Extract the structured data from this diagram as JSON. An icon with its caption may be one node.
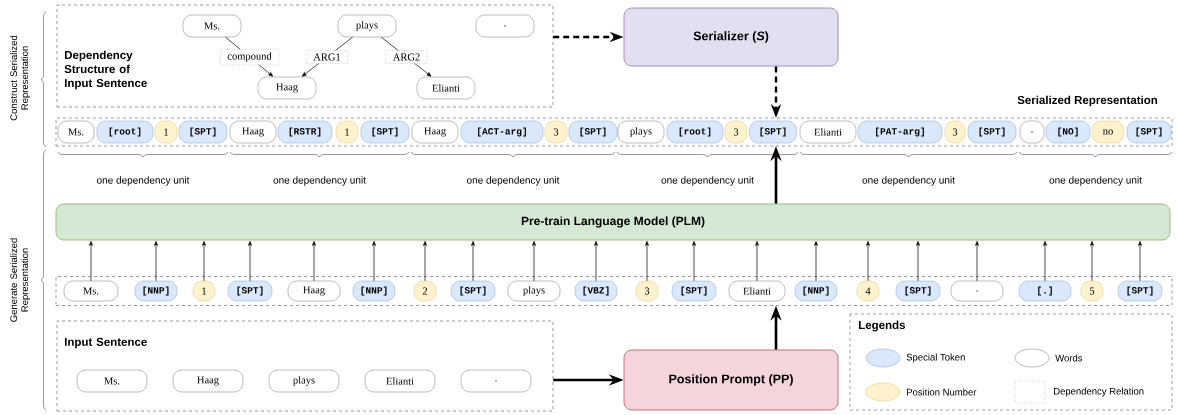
{
  "diagram": {
    "nodes": [
      {
        "text": [
          "Dependency Structure of Input Sentence"
        ]
      },
      {
        "text": [
          "Ms."
        ],
        "in": 0
      },
      {
        "text": [
          "plays"
        ],
        "in": 0
      },
      {
        "text": [
          "."
        ],
        "in": 0
      },
      {
        "text": [
          "Haag"
        ],
        "in": 0
      },
      {
        "text": [
          "Elianti"
        ],
        "in": 0
      },
      {
        "text": [
          "Serializer (*S*)"
        ]
      },
      {
        "text": [
          "Serialized Representation"
        ]
      },
      {
        "text": [
          "Ms."
        ],
        "in": 7
      },
      {
        "text": [
          "[root]"
        ],
        "in": 7
      },
      {
        "text": [
          "1"
        ],
        "in": 7
      },
      {
        "text": [
          "[SPT]"
        ],
        "in": 7
      },
      {
        "text": [
          "Haag"
        ],
        "in": 7
      },
      {
        "text": [
          "[RSTR]"
        ],
        "in": 7
      },
      {
        "text": [
          "1"
        ],
        "in": 7
      },
      {
        "text": [
          "[SPT]"
        ],
        "in": 7
      },
      {
        "text": [
          "Haag"
        ],
        "in": 7
      },
      {
        "text": [
          "[ACT-arg]"
        ],
        "in": 7
      },
      {
        "text": [
          "3"
        ],
        "in": 7
      },
      {
        "text": [
          "[SPT]"
        ],
        "in": 7
      },
      {
        "text": [
          "plays"
        ],
        "in": 7
      },
      {
        "text": [
          "[root]"
        ],
        "in": 7
      },
      {
        "text": [
          "3"
        ],
        "in": 7
      },
      {
        "text": [
          "[SPT]"
        ],
        "in": 7
      },
      {
        "text": [
          "Elianti"
        ],
        "in": 7
      },
      {
        "text": [
          "[PAT-arg]"
        ],
        "in": 7
      },
      {
        "text": [
          "3"
        ],
        "in": 7
      },
      {
        "text": [
          "[SPT]"
        ],
        "in": 7
      },
      {
        "text": [
          "."
        ],
        "in": 7
      },
      {
        "text": [
          "[NO]"
        ],
        "in": 7
      },
      {
        "text": [
          "no"
        ],
        "in": 7
      },
      {
        "text": [
          "[SPT]"
        ],
        "in": 7
      },
      {
        "text": [
          "Pre-train Language Model (PLM)"
        ]
      },
      {
        "text": [],
        "shape": "box"
      },
      {
        "text": [
          "Ms."
        ],
        "in": 33
      },
      {
        "text": [
          "[NNP]"
        ],
        "in": 33
      },
      {
        "text": [
          "1"
        ],
        "in": 33
      },
      {
        "text": [
          "[SPT]"
        ],
        "in": 33
      },
      {
        "text": [
          "Haag"
        ],
        "in": 33
      },
      {
        "text": [
          "[NNP]"
        ],
        "in": 33
      },
      {
        "text": [
          "2"
        ],
        "in": 33
      },
      {
        "text": [
          "[SPT]"
        ],
        "in": 33
      },
      {
        "text": [
          "plays"
        ],
        "in": 33
      },
      {
        "text": [
          "[VBZ]"
        ],
        "in": 33
      },
      {
        "text": [
          "3"
        ],
        "in": 33
      },
      {
        "text": [
          "[SPT]"
        ],
        "in": 33
      },
      {
        "text": [
          "Elianti"
        ],
        "in": 33
      },
      {
        "text": [
          "[NNP]"
        ],
        "in": 33
      },
      {
        "text": [
          "4"
        ],
        "in": 33
      },
      {
        "text": [
          "[SPT]"
        ],
        "in": 33
      },
      {
        "text": [
          "."
        ],
        "in": 33
      },
      {
        "text": [
          "[.]"
        ],
        "in": 33
      },
      {
        "text": [
          "5"
        ],
        "in": 33
      },
      {
        "text": [
          "[SPT]"
        ],
        "in": 33
      },
      {
        "text": [
          "Input Sentence"
        ]
      },
      {
        "text": [
          "Ms."
        ],
        "in": 54
      },
      {
        "text": [
          "Haag"
        ],
        "in": 54
      },
      {
        "text": [
          "plays"
        ],
        "in": 54
      },
      {
        "text": [
          "Elianti"
        ],
        "in": 54
      },
      {
        "text": [
          "."
        ],
        "in": 54
      },
      {
        "text": [
          "Position Prompt (PP)"
        ]
      }
    ],
    "edges": [
      {
        "from": 1,
        "to": 4,
        "arrow": "to",
        "label": "compound"
      },
      {
        "from": 2,
        "to": 4,
        "arrow": "to",
        "label": "ARG1"
      },
      {
        "from": 2,
        "to": 5,
        "arrow": "to",
        "label": "ARG2"
      },
      {
        "from": 0,
        "to": 6,
        "arrow": "to",
        "style": "dashed"
      },
      {
        "from": 6,
        "to": 7,
        "arrow": "to",
        "style": "dashed"
      },
      {
        "from": 32,
        "to": 7,
        "arrow": "to",
        "style": "thick"
      },
      {
        "from": 34,
        "to": 32,
        "arrow": "to"
      },
      {
        "from": 35,
        "to": 32,
        "arrow": "to"
      },
      {
        "from": 36,
        "to": 32,
        "arrow": "to"
      },
      {
        "from": 37,
        "to": 32,
        "arrow": "to"
      },
      {
        "from": 38,
        "to": 32,
        "arrow": "to"
      },
      {
        "from": 39,
        "to": 32,
        "arrow": "to"
      },
      {
        "from": 40,
        "to": 32,
        "arrow": "to"
      },
      {
        "from": 41,
        "to": 32,
        "arrow": "to"
      },
      {
        "from": 42,
        "to": 32,
        "arrow": "to"
      },
      {
        "from": 43,
        "to": 32,
        "arrow": "to"
      },
      {
        "from": 44,
        "to": 32,
        "arrow": "to"
      },
      {
        "from": 45,
        "to": 32,
        "arrow": "to"
      },
      {
        "from": 46,
        "to": 32,
        "arrow": "to"
      },
      {
        "from": 47,
        "to": 32,
        "arrow": "to"
      },
      {
        "from": 48,
        "to": 32,
        "arrow": "to"
      },
      {
        "from": 49,
        "to": 32,
        "arrow": "to"
      },
      {
        "from": 50,
        "to": 32,
        "arrow": "to"
      },
      {
        "from": 51,
        "to": 32,
        "arrow": "to"
      },
      {
        "from": 52,
        "to": 32,
        "arrow": "to"
      },
      {
        "from": 53,
        "to": 32,
        "arrow": "to"
      },
      {
        "from": 54,
        "to": 60,
        "arrow": "to",
        "style": "thick"
      },
      {
        "from": 60,
        "to": 33,
        "arrow": "to",
        "style": "thick"
      }
    ],
    "labels": [
      "Construct Serialized Representation",
      "one dependency unit",
      "one dependency unit",
      "one dependency unit",
      "one dependency unit",
      "one dependency unit",
      "one dependency unit",
      "Generate Serialized Representation",
      "Legends"
    ],
    "legend": [
      {
        "text": "Special Token",
        "color": "#dae8fc"
      },
      {
        "text": "Words"
      },
      {
        "text": "Position Number",
        "color": "#fff2cc"
      },
      {
        "text": "Dependency Relation"
      }
    ]
  }
}
